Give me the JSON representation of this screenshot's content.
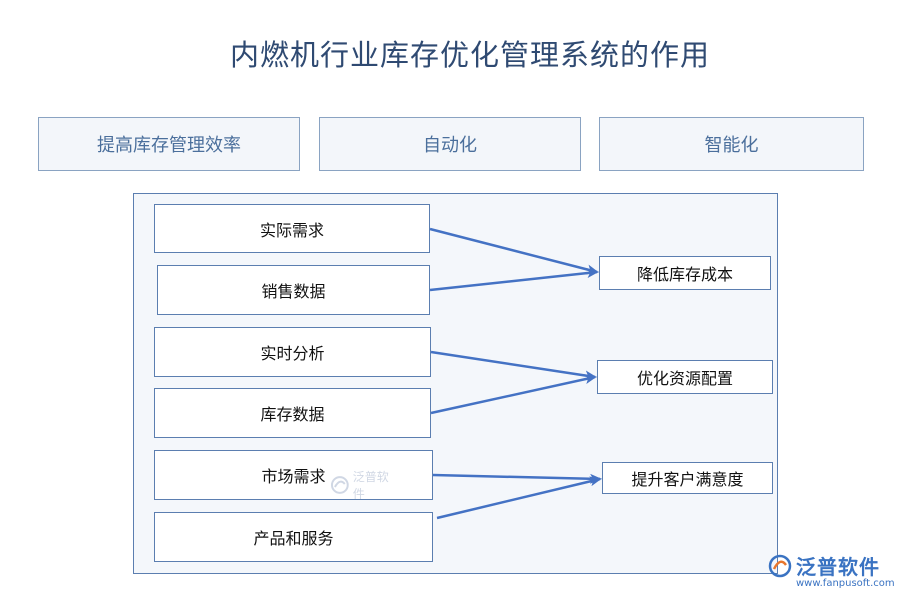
{
  "title": "内燃机行业库存优化管理系统的作用",
  "top_boxes": [
    "提高库存管理效率",
    "自动化",
    "智能化"
  ],
  "left_items": [
    "实际需求",
    "销售数据",
    "实时分析",
    "库存数据",
    "市场需求",
    "产品和服务"
  ],
  "right_items": [
    "降低库存成本",
    "优化资源配置",
    "提升客户满意度"
  ],
  "watermark": {
    "center_text": "泛普软件",
    "logo_text": "泛普软件",
    "url": "www.fanpusoft.com"
  },
  "colors": {
    "title": "#2f4a72",
    "arrow": "#4472c4",
    "border": "#5b7eb0",
    "panel_bg": "#f4f7fb"
  }
}
